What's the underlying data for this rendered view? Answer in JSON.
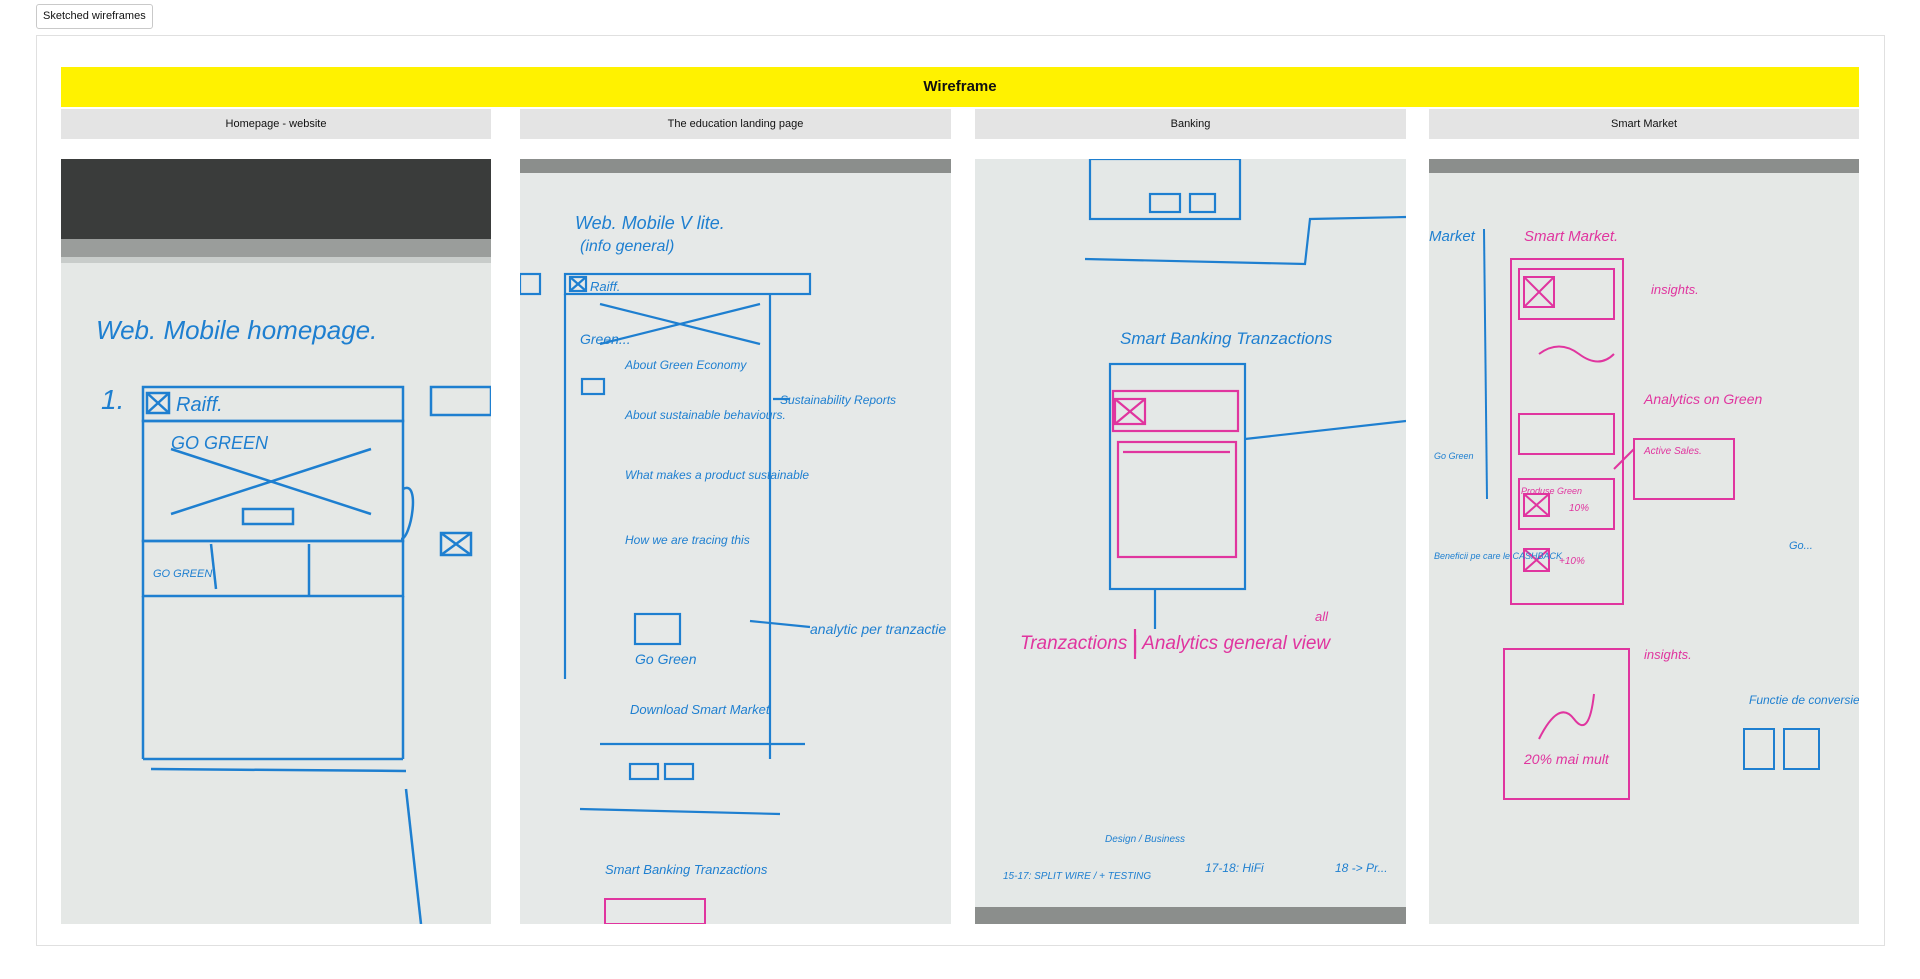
{
  "toolbar": {
    "button_label": "Sketched wireframes"
  },
  "banner": {
    "title": "Wireframe"
  },
  "columns": [
    {
      "header": "Homepage - website",
      "photo": {
        "heading": "Web. Mobile homepage.",
        "step": "1.",
        "logo_text": "Raiff.",
        "hero_text": "GO GREEN",
        "cta_text": "GO GREEN"
      }
    },
    {
      "header": "The education landing page",
      "photo": {
        "heading": "Web. Mobile V lite.",
        "subheading": "(info general)",
        "logo_text": "Raiff.",
        "section_title": "Green...",
        "bullets": [
          "About Green Economy",
          "About sustainable behaviours.",
          "What makes a product sustainable",
          "How we are tracing this",
          "Go Green",
          "Download Smart Market"
        ],
        "note_right": "Sustainability Reports",
        "note_bottom": "analytic per tranzactie",
        "footer_sketch": "Smart Banking Tranzactions"
      }
    },
    {
      "header": "Banking",
      "photo": {
        "heading": "Smart Banking Tranzactions",
        "caption": "Tranzactions | Analytics general view",
        "caption_extra": "all",
        "timeline": "15-17: SPLIT WIRE / + TESTING",
        "timeline_branch": "Design / Business",
        "timeline_next": "17-18: HiFi",
        "timeline_last": "18 -> Pr..."
      }
    },
    {
      "header": "Smart Market",
      "photo": {
        "heading": "Smart Market.",
        "left_edge": "Market",
        "note_insights": "insights.",
        "note_analytics": "Analytics on Green",
        "note_active": "Active Sales.",
        "product_label": "Produse Green",
        "discount_a": "10%",
        "discount_b": "+10%",
        "note_insights_b": "insights.",
        "note_percent": "20% mai mult",
        "note_conversie": "Functie de conversie",
        "note_cashback": "Beneficii pe care le CASHBACK",
        "note_go": "Go Green",
        "note_left": "Go..."
      }
    }
  ]
}
